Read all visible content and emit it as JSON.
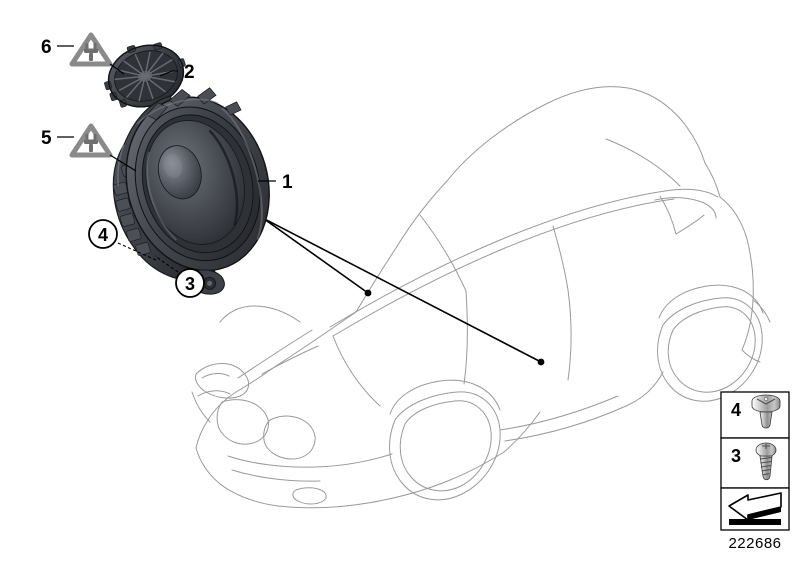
{
  "diagram": {
    "id_number": "222686",
    "background_color": "#ffffff",
    "vehicle_outline_color": "#9a9a9a",
    "callouts": [
      {
        "id": "1",
        "label": "1",
        "type": "plain-number",
        "target": "loudspeaker-assembly"
      },
      {
        "id": "2",
        "label": "2",
        "type": "plain-number",
        "target": "speaker-grille-cover"
      },
      {
        "id": "3",
        "label": "3",
        "type": "circled-number",
        "target": "self-tapping-screw"
      },
      {
        "id": "4",
        "label": "4",
        "type": "circled-number",
        "target": "expanding-rivet-clip"
      },
      {
        "id": "5",
        "label": "5",
        "type": "plain-number",
        "target": "connector-warning-triangle-lower"
      },
      {
        "id": "6",
        "label": "6",
        "type": "plain-number",
        "target": "connector-warning-triangle-upper"
      }
    ],
    "warning_symbols": [
      {
        "for_callout": "6",
        "icon": "electrical-plug-icon",
        "shape": "triangle",
        "color": "#8a8a8a"
      },
      {
        "for_callout": "5",
        "icon": "electrical-plug-icon",
        "shape": "triangle",
        "color": "#8a8a8a"
      }
    ],
    "legend": {
      "rows": [
        {
          "number": "4",
          "icon": "expanding-rivet-icon"
        },
        {
          "number": "3",
          "icon": "self-tapping-screw-icon"
        },
        {
          "number": "",
          "icon": "direction-arrow-icon"
        }
      ],
      "id_caption": "222686"
    },
    "parts": [
      {
        "number": "1",
        "name": "loudspeaker-assembly"
      },
      {
        "number": "2",
        "name": "speaker-grille-cover"
      },
      {
        "number": "3",
        "name": "self-tapping-screw"
      },
      {
        "number": "4",
        "name": "expanding-rivet-clip"
      }
    ]
  }
}
